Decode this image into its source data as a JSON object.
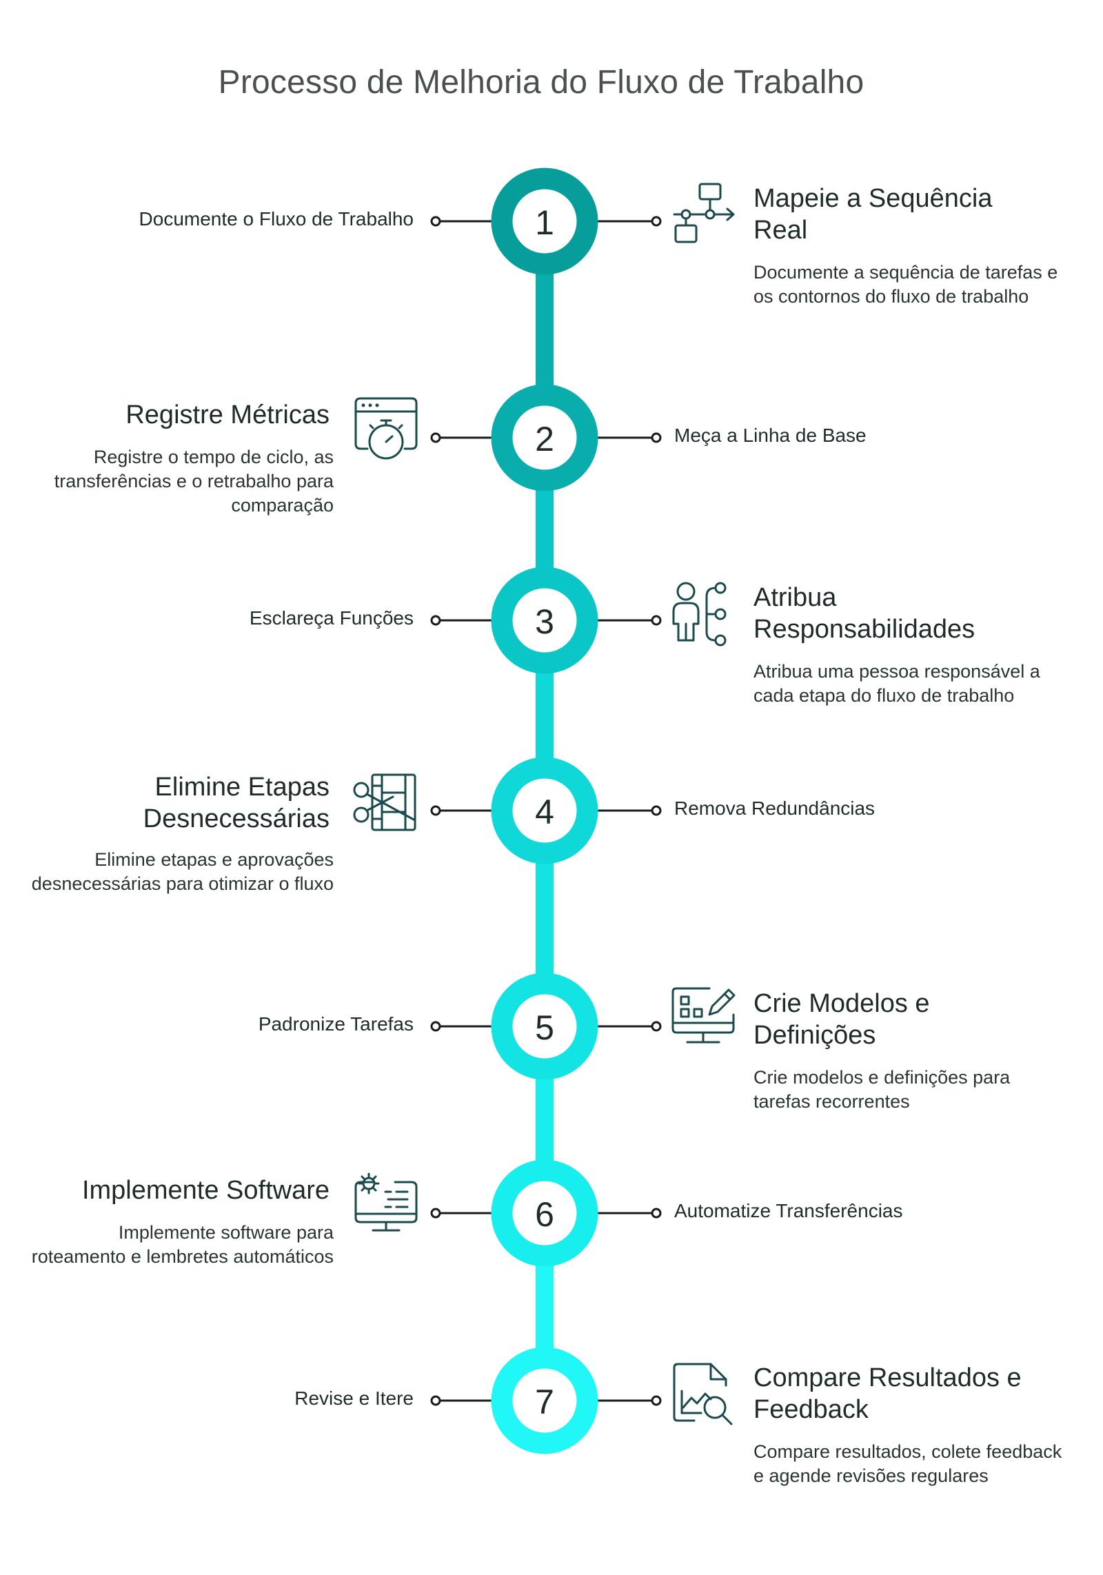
{
  "title": "Processo de Melhoria do Fluxo de Trabalho",
  "colors": {
    "step1": "#079d9b",
    "step2": "#08adac",
    "step3": "#0bc6c6",
    "step4": "#10d8d8",
    "step5": "#14e3e3",
    "step6": "#18eeee",
    "step7": "#22f7f7",
    "icon": "#1a4a4c",
    "line": "#1a1a1a"
  },
  "steps": [
    {
      "number": "1",
      "short": "Documente o Fluxo de Trabalho",
      "heading": "Mapeie a Sequência Real",
      "description": "Documente a sequência de tarefas e os contornos do fluxo de trabalho",
      "side": "right",
      "icon": "flowchart-icon"
    },
    {
      "number": "2",
      "short": "Meça a Linha de Base",
      "heading": "Registre Métricas",
      "description": "Registre o tempo de ciclo, as transferências e o retrabalho para comparação",
      "side": "left",
      "icon": "browser-stopwatch-icon"
    },
    {
      "number": "3",
      "short": "Esclareça Funções",
      "heading": "Atribua Responsabilidades",
      "description": "Atribua uma pessoa responsável a cada etapa do fluxo de trabalho",
      "side": "right",
      "icon": "person-assign-icon"
    },
    {
      "number": "4",
      "short": "Remova Redundâncias",
      "heading": "Elimine Etapas Desnecessárias",
      "description": "Elimine etapas e aprovações desnecessárias para otimizar o fluxo",
      "side": "left",
      "icon": "scissors-cut-icon"
    },
    {
      "number": "5",
      "short": "Padronize Tarefas",
      "heading": "Crie Modelos e Definições",
      "description": "Crie modelos e definições para tarefas recorrentes",
      "side": "right",
      "icon": "monitor-edit-icon"
    },
    {
      "number": "6",
      "short": "Automatize Transferências",
      "heading": "Implemente Software",
      "description": "Implemente software para roteamento e lembretes automáticos",
      "side": "left",
      "icon": "monitor-gear-icon"
    },
    {
      "number": "7",
      "short": "Revise e Itere",
      "heading": "Compare Resultados e Feedback",
      "description": "Compare resultados, colete feedback e agende revisões regulares",
      "side": "right",
      "icon": "report-search-icon"
    }
  ]
}
